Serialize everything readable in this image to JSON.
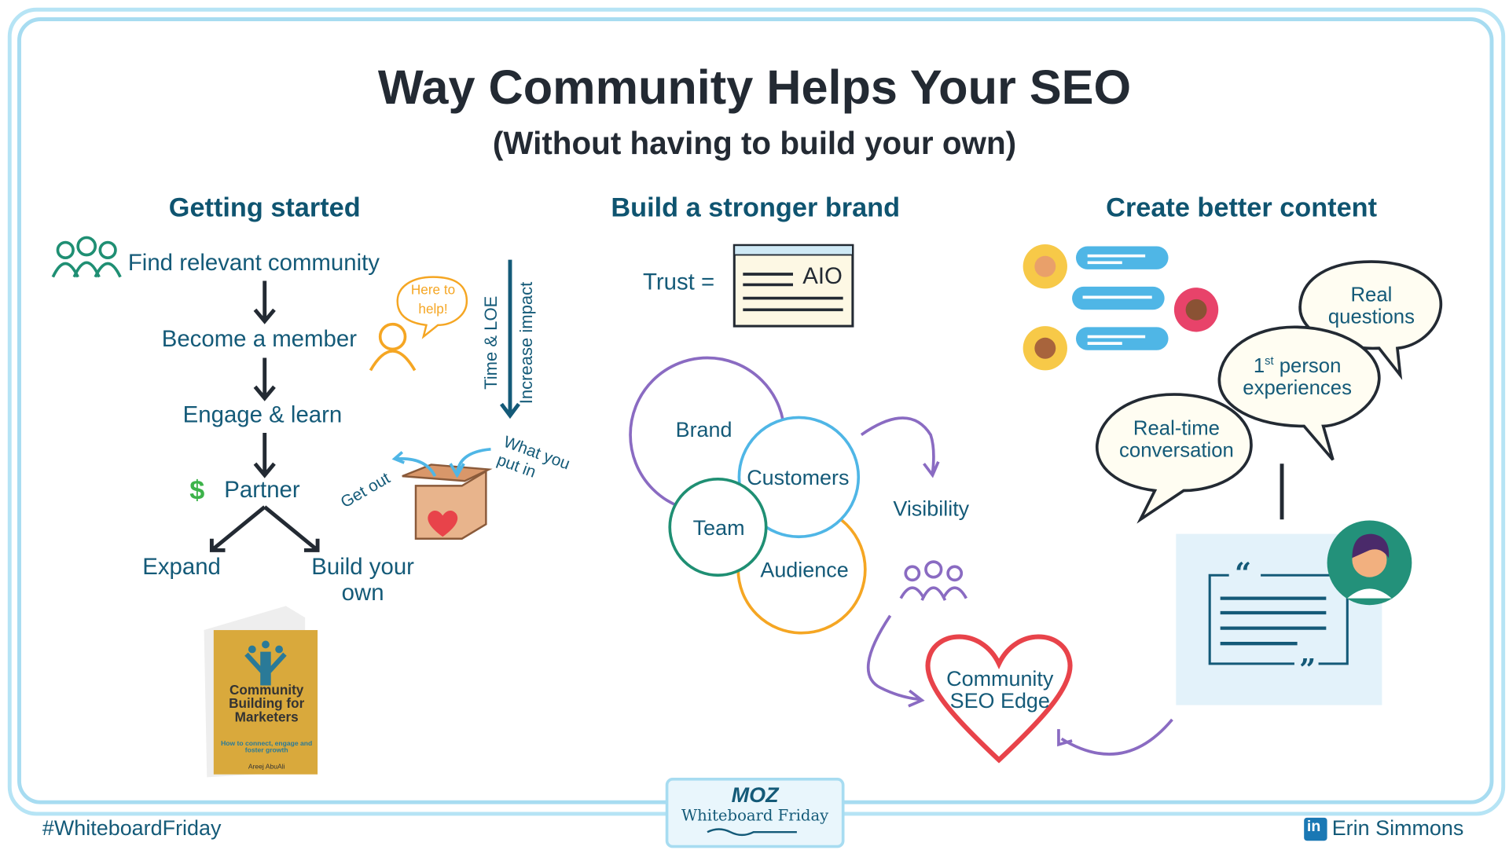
{
  "title": "Way Community Helps Your SEO",
  "subtitle": "(Without having to build your own)",
  "sections": {
    "getting_started": {
      "heading": "Getting started",
      "steps": [
        "Find relevant community",
        "Become a member",
        "Engage & learn",
        "Partner"
      ],
      "branches": [
        "Expand",
        "Build your own"
      ],
      "speech": "Here to help!",
      "axis_labels": [
        "Time & LOE",
        "Increase impact"
      ],
      "box_labels": [
        "Get out",
        "What you put in"
      ],
      "book": {
        "title": "Community Building for Marketers",
        "subtitle": "How to connect, engage and foster growth",
        "author": "Areej AbuAli"
      }
    },
    "brand": {
      "heading": "Build a stronger brand",
      "trust_label": "Trust =",
      "aio_label": "AIO",
      "circles": [
        "Brand",
        "Customers",
        "Team",
        "Audience"
      ],
      "visibility": "Visibility",
      "heart": "Community SEO Edge"
    },
    "content": {
      "heading": "Create better content",
      "bubbles": [
        "Real questions",
        "1st person experiences",
        "Real-time conversation"
      ],
      "superscript": "st"
    }
  },
  "footer": {
    "hashtag": "#WhiteboardFriday",
    "brand": "MOZ",
    "series": "Whiteboard Friday",
    "author": "Erin Simmons",
    "linkedin": "in"
  },
  "colors": {
    "teal": "#145a78",
    "purple": "#8a6bc2",
    "blue": "#4fb6e6",
    "green": "#1f8f73",
    "orange": "#f5a623",
    "red": "#e8434a",
    "border": "#a7dcf1"
  }
}
